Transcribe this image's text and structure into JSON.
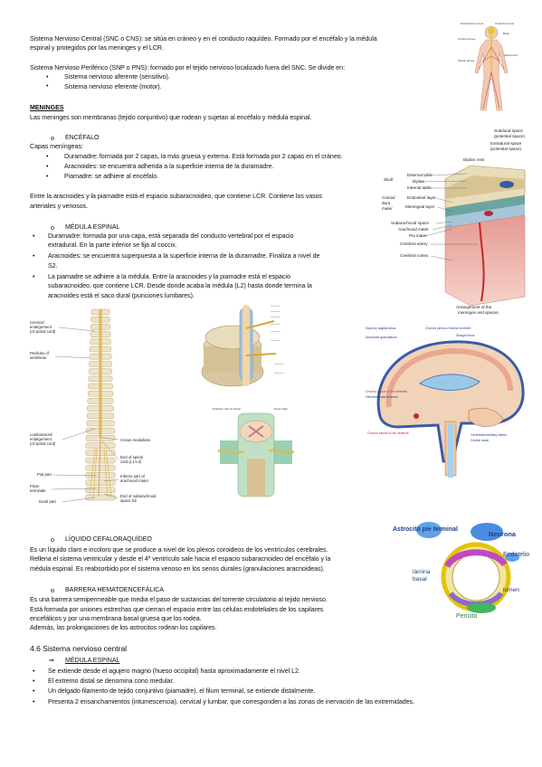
{
  "snc": "Sistema Nervioso Central (SNC o CNS): se sitúa en cráneo y en el conducto raquídeo. Formado por el encéfalo y la médula",
  "snc2": "espinal y protegidos por las meninges y el LCR.",
  "snp": "Sistema Nervioso Periférico (SNP o PNS): formado por el tejido nervioso localizado fuera del SNC. Se divide en:",
  "snp_items": [
    "Sistema nervioso aferente (sensitivo).",
    "Sistema nervioso eferente (motor)."
  ],
  "meninges_title": "MENINGES",
  "meninges_text": "Las meninges son membranas (tejido conjuntivo) que rodean y sujetan al encéfalo y médula espinal.",
  "encefalo": {
    "bullet": "o",
    "title": "ENCÉFALO",
    "capas": "Capas meníngeas:",
    "items": [
      "Duramadre: formada por 2 capas, la más gruesa y externa. Está formada por 2 capas en el cráneo.",
      "Aracnoides: se encuentra adherida a la superficie interna de la duramadre.",
      "Piamadre: se adhiere al encéfalo."
    ],
    "para1": "Entre la aracnoides y la piamadre está el espacio subaracnoideo, que contiene LCR. Contiene los vasos",
    "para2": "arteriales y venosos."
  },
  "medula": {
    "bullet": "o",
    "title": "MÉDULA ESPINAL",
    "lines": [
      "Duramadre: formada por una capa, está separada del conducto vertebral por el espacio",
      "extradural. En la parte inferior se fija al coccix.",
      "Aracnoides: se encuentra superpuesta a la superficie interna de la duramadre. Finaliza a nivel de",
      "S2.",
      "La piamadre se adhiere a la médula. Entre la aracnoides y la piamadre está el espacio",
      "subaracnoideo, que contiene LCR. Desde donde acaba la médula (L2) hasta donde termina la",
      "aracnoides está el saco dural (punciones lumbares)."
    ]
  },
  "lcr": {
    "bullet": "o",
    "title": "LÍQUIDO CEFALORAQUÍDEO",
    "lines": [
      "Es un líquido claro e incoloro que se produce a nivel de los plexos coroideos de los ventrículos cerebrales.",
      "Rellena el sistema ventricular y desde el 4º ventrículo sale hacia el espacio subaracnoideo del encéfalo y la",
      "médula espinal. Es reabsorbido por el sistema venoso en los senos durales (granulaciones aracnoideas)."
    ]
  },
  "bhe": {
    "bullet": "o",
    "title": "BARRERA HEMATOENCEFÁLICA",
    "lines": [
      "Es una barrera semipermeable que media el paso de sustancias del torrente circulatorio al tejido nervioso.",
      "Está formada por uniones estrechas que cierran el espacio entre las células endoteliales de los capilares",
      "encefálicos y por una membrana basal gruesa que los rodea.",
      "Además, las prolongaciones de los astrocitos rodean los capilares."
    ]
  },
  "sec46": {
    "title": "4.6 Sistema nervioso central",
    "arrow": "⇒",
    "subtitle": "MÉDULA ESPINAL",
    "items": [
      "Se extiende desde el agujero magno (hueso occipital) hasta aproximadamente el nivel L2.",
      "El extremo distal se denomina cono medular.",
      "Un delgado filamento de tejido conjuntivo (piamadre), el filum terminal, se extiende distalmente.",
      "Presenta 2 ensanchamientos (intumescencia), cervical y lumbar, que corresponden a las zonas de inervación de las extremidades."
    ]
  },
  "figures": {
    "body_labels": [
      "Peripheral nervous system (PNS)",
      "Central nervous system (CNS)",
      "Cranial nerves",
      "Brain",
      "Spinal nerves",
      "Spinal cord"
    ],
    "meninges_labels": [
      "Subdural space (potential space)",
      "Extradural space (potential space)",
      "Diploic vein",
      "External table",
      "Skull",
      "Diploe",
      "Internal table",
      "Cranial dura mater",
      "Endosteal layer",
      "Meningeal layer",
      "Subarachnoid space",
      "Arachnoid mater",
      "Pia mater",
      "Cerebral artery",
      "Cerebral cortex",
      "Arrangement of the meninges and spaces"
    ],
    "spine_labels": [
      "Cervical enlargement (of spinal cord)",
      "Pedicles of vertebrae",
      "Lumbosacral enlargement (of spinal cord)",
      "Conus medullaris",
      "End of spinal cord (L1-L2)",
      "Inferior part of arachnoid mater",
      "Pial part",
      "Filum terminale",
      "Dural part",
      "End of subarachnoid space S2"
    ],
    "bbb_labels": [
      "Astrocito pie terminal",
      "Neurona",
      "Endotelio",
      "lámina basal",
      "lumen",
      "Pericito"
    ]
  }
}
